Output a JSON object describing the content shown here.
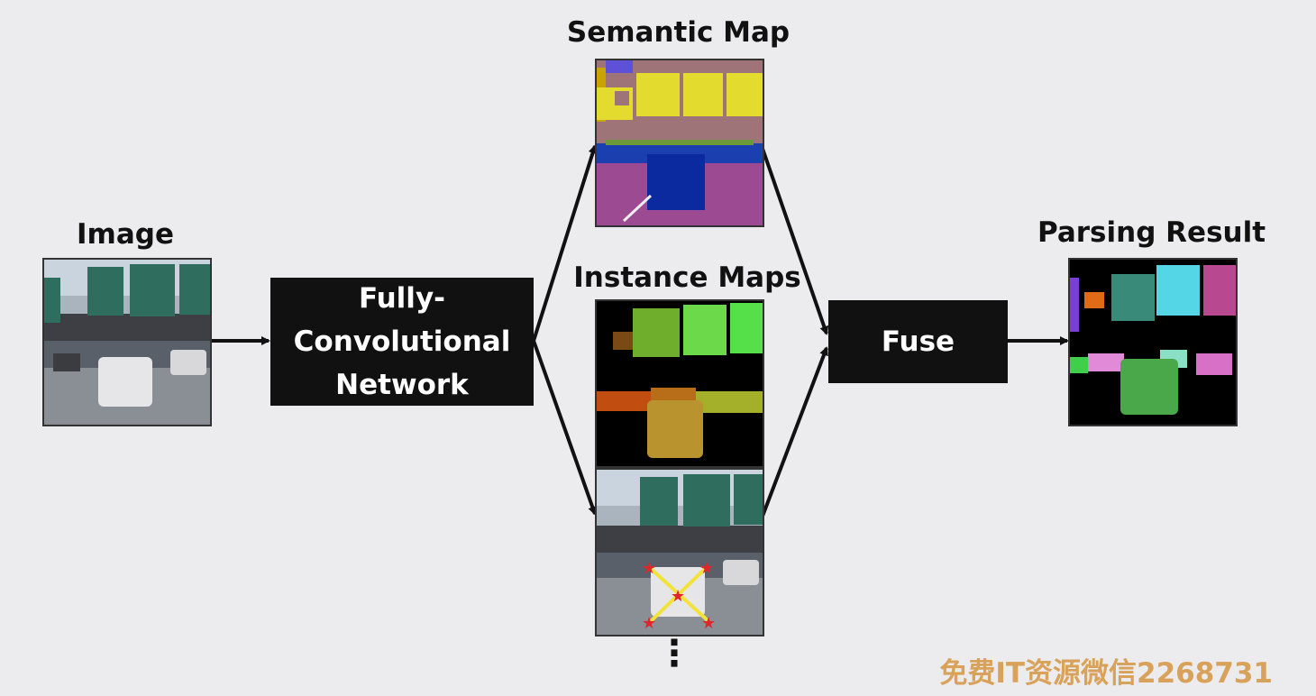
{
  "labels": {
    "image": "Image",
    "semantic": "Semantic Map",
    "instance": "Instance Maps",
    "parsing": "Parsing Result"
  },
  "boxes": {
    "fcn_line1": "Fully-",
    "fcn_line2": "Convolutional",
    "fcn_line3": "Network",
    "fuse": "Fuse"
  },
  "more_indicator": "⋮",
  "watermark": "免费IT资源微信2268731",
  "colors": {
    "background": "#ecebed",
    "box": "#111111",
    "arrow": "#111111",
    "keypoint_line": "#f2e23a",
    "keypoint_star": "#e0262a"
  }
}
